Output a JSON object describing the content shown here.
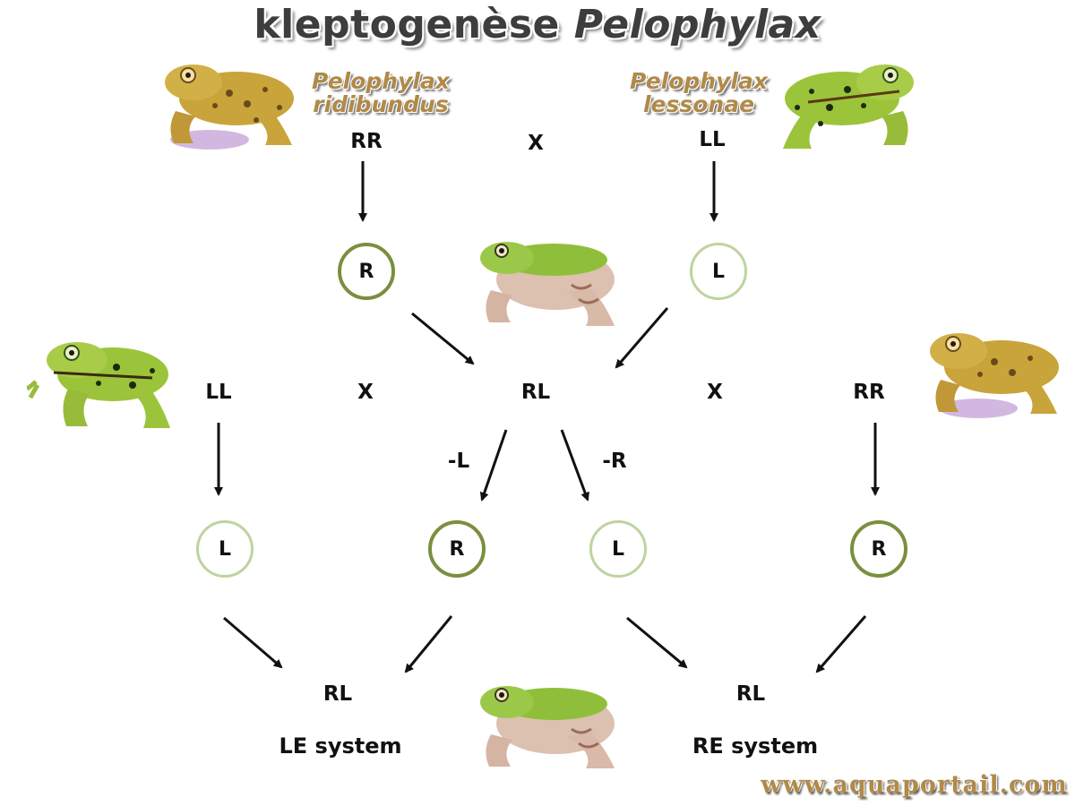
{
  "title": {
    "main": "kleptogenèse",
    "italic": "Pelophylax"
  },
  "species": {
    "left": {
      "line1": "Pelophylax",
      "line2": "ridibundus"
    },
    "right": {
      "line1": "Pelophylax",
      "line2": "lessonae"
    }
  },
  "labels": {
    "rr_top": "RR",
    "x_top": "X",
    "ll_top": "LL",
    "ll_mid": "LL",
    "x_left": "X",
    "rl_mid": "RL",
    "x_right": "X",
    "rr_mid": "RR",
    "minus_l": "-L",
    "minus_r": "-R",
    "rl_bottom_left": "RL",
    "le_system": "LE system",
    "rl_bottom_right": "RL",
    "re_system": "RE system"
  },
  "gametes": {
    "top_r": "R",
    "top_l": "L",
    "bottom_1": "L",
    "bottom_2": "R",
    "bottom_3": "L",
    "bottom_4": "R"
  },
  "colors": {
    "ridibundus": "#c9a43a",
    "lessonae": "#9cc43a",
    "hybrid": "#d9b9a8",
    "gamete_r_border": "#7a8f3e",
    "gamete_l_border": "#bfd3a0"
  },
  "icons": [
    "frog-ridibundus-icon",
    "frog-lessonae-icon",
    "frog-hybrid-icon"
  ],
  "watermark": "www.aquaportail.com"
}
